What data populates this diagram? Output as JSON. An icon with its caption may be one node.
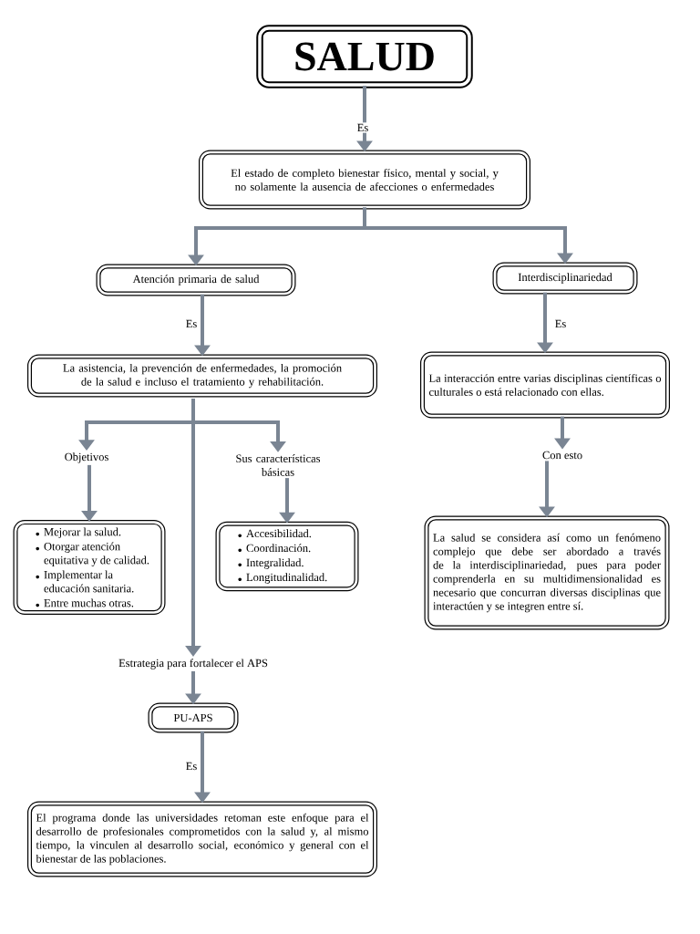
{
  "diagram": {
    "nodes": [
      {
        "text": [
          "SALUD"
        ]
      },
      {
        "text": [
          "El estado de completo bienestar físico, mental y social, y no solamente la ausencia de afecciones o enfermedades"
        ]
      },
      {
        "text": [
          "Atención primaria de salud"
        ]
      },
      {
        "text": [
          "Interdisciplinariedad"
        ]
      },
      {
        "text": [
          "La asistencia, la prevención de enfermedades, la promoción de la salud e incluso el tratamiento y rehabilitación."
        ]
      },
      {
        "text": [
          "La interacción entre varias disciplinas científicas o culturales o está relacionado con ellas."
        ]
      },
      {
        "text": [
          "Objetivos"
        ]
      },
      {
        "text": [
          "Sus características básicas"
        ]
      },
      {
        "text": [
          "Mejorar la salud.",
          "Otorgar atención equitativa y de calidad.",
          "Implementar la educación sanitaria.",
          "Entre muchas otras."
        ]
      },
      {
        "text": [
          "Accesibilidad.",
          "Coordinación.",
          "Integralidad.",
          "Longitudinalidad."
        ]
      },
      {
        "text": [
          "Con esto"
        ]
      },
      {
        "text": [
          "La salud se considera así como un fenómeno complejo que debe ser abordado a través de la interdisciplinariedad, pues para poder comprenderla en su multidimensionalidad es necesario que concurran diversas disciplinas que interactúen y se integren entre sí."
        ]
      },
      {
        "text": [
          "Estrategia para fortalecer el APS"
        ]
      },
      {
        "text": [
          "PU-APS"
        ]
      },
      {
        "text": [
          "El programa donde las universidades retoman este enfoque para el desarrollo de profesionales comprometidos con la salud y, al mismo tiempo, la vinculen al desarrollo social, económico y general con el bienestar de las poblaciones."
        ]
      }
    ],
    "edges": [
      {
        "from": 0,
        "to": 1,
        "arrow": "to",
        "label": "Es"
      },
      {
        "from": 1,
        "to": 2,
        "arrow": "to"
      },
      {
        "from": 1,
        "to": 3,
        "arrow": "to"
      },
      {
        "from": 2,
        "to": 4,
        "arrow": "to",
        "label": "Es"
      },
      {
        "from": 3,
        "to": 5,
        "arrow": "to",
        "label": "Es"
      },
      {
        "from": 4,
        "to": 6,
        "arrow": "to"
      },
      {
        "from": 4,
        "to": 7,
        "arrow": "to"
      },
      {
        "from": 4,
        "to": 12,
        "arrow": "to"
      },
      {
        "from": 6,
        "to": 8,
        "arrow": "to"
      },
      {
        "from": 7,
        "to": 9,
        "arrow": "to"
      },
      {
        "from": 5,
        "to": 10,
        "arrow": "to"
      },
      {
        "from": 10,
        "to": 11,
        "arrow": "to"
      },
      {
        "from": 12,
        "to": 13,
        "arrow": "to"
      },
      {
        "from": 13,
        "to": 14,
        "arrow": "to",
        "label": "Es"
      }
    ]
  }
}
